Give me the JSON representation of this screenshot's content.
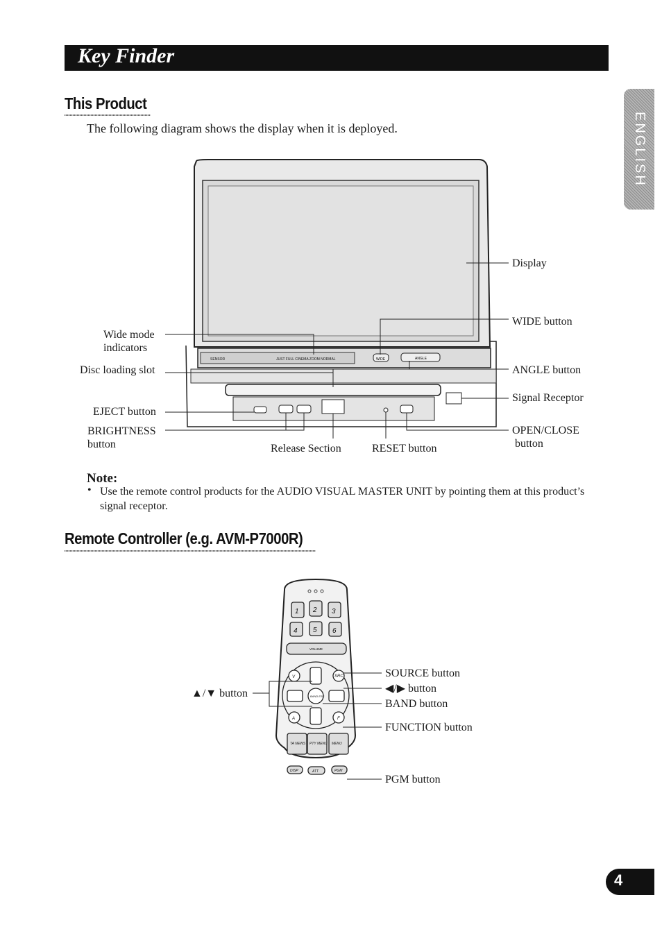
{
  "header": {
    "title": "Key Finder"
  },
  "side_tab": {
    "label": "ENGLISH"
  },
  "page_number": "4",
  "section_product": {
    "heading": "This Product",
    "intro": "The following diagram shows the display when it is deployed.",
    "unit_labels": {
      "sensor": "SENSOR",
      "modes": "JUST  FULL  CINEMA  ZOOM  NORMAL",
      "wide": "WIDE",
      "angle": "ANGLE"
    },
    "callouts": {
      "display": "Display",
      "wide_button": "WIDE button",
      "wide_mode_1": "Wide mode",
      "wide_mode_2": "indicators",
      "disc_slot": "Disc loading slot",
      "angle_button": "ANGLE button",
      "signal_receptor": "Signal Receptor",
      "eject_button": "EJECT button",
      "brightness_1": "BRIGHTNESS",
      "brightness_2": "button",
      "open_close_1": "OPEN/CLOSE",
      "open_close_2": "button",
      "release_section": "Release Section",
      "reset_button": "RESET button"
    }
  },
  "note": {
    "label": "Note:",
    "bullet": "•",
    "text": "Use the remote control products for the AUDIO VISUAL MASTER UNIT by pointing them at this product’s signal receptor."
  },
  "section_remote": {
    "heading": "Remote Controller (e.g. AVM-P7000R)",
    "remote_labels": {
      "num1": "1",
      "num2": "2",
      "num3": "3",
      "num4": "4",
      "num5": "5",
      "num6": "6",
      "volume": "VOLUME",
      "v": "V",
      "src": "SRC",
      "band": "BAND ESC",
      "a": "A",
      "f": "F",
      "ta": "TA NEWS",
      "pty": "PTY MENU",
      "menu": "MENU",
      "disp": "DISP",
      "att": "ATT",
      "pgm": "PGM"
    },
    "callouts": {
      "updown": "▲/▼ button",
      "source": "SOURCE button",
      "leftright": "◀/▶ button",
      "band": "BAND button",
      "function": "FUNCTION button",
      "pgm": "PGM button"
    }
  }
}
